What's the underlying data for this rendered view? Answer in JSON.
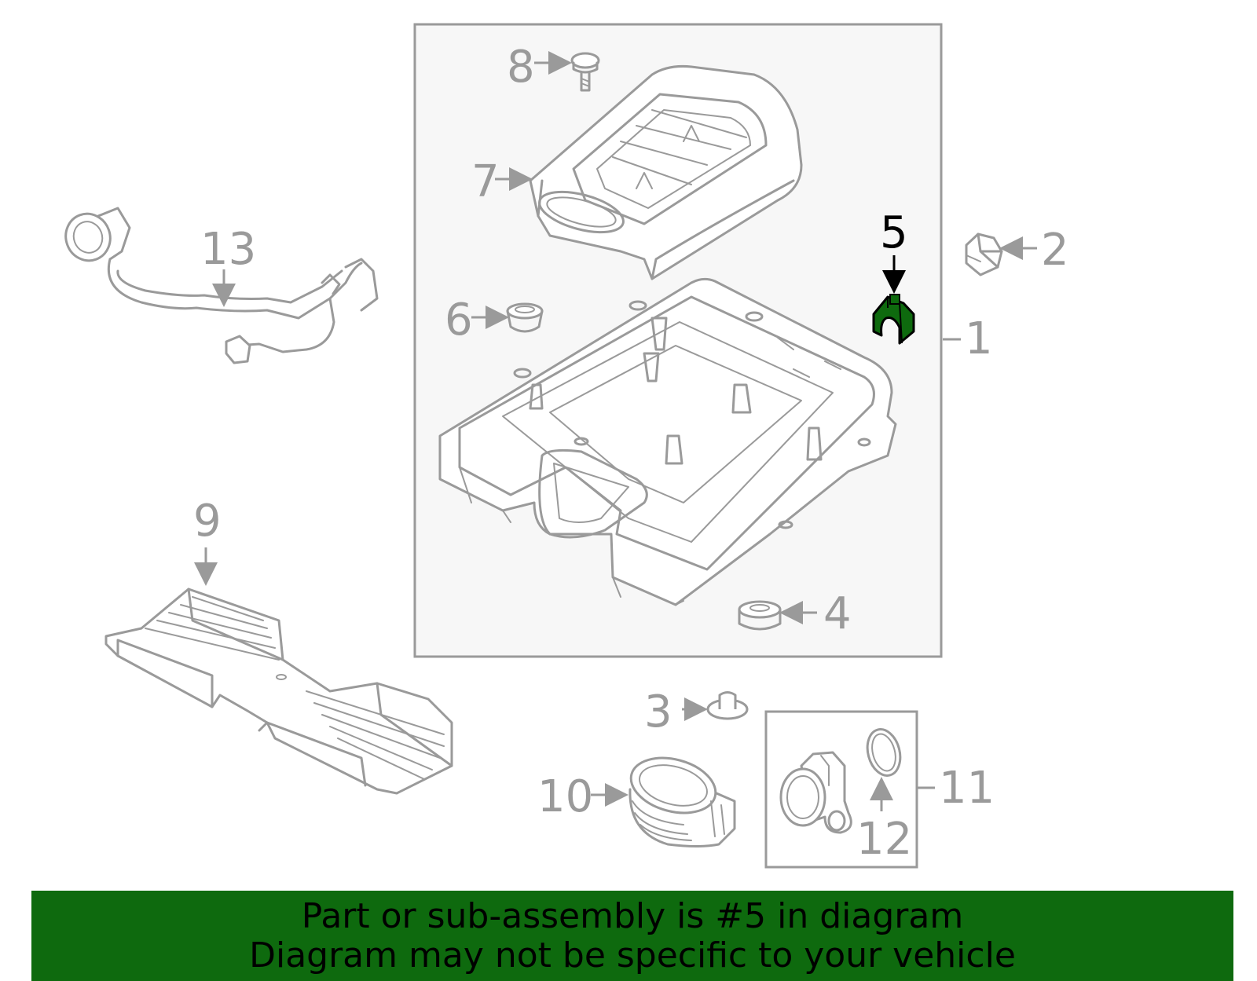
{
  "colors": {
    "highlight": "#0e6a0e",
    "line": "#9a9a9a",
    "banner_bg": "#0e6a0e",
    "box_bg": "#f7f7f7"
  },
  "callouts": {
    "c1": "1",
    "c2": "2",
    "c3": "3",
    "c4": "4",
    "c5": "5",
    "c6": "6",
    "c7": "7",
    "c8": "8",
    "c9": "9",
    "c10": "10",
    "c11": "11",
    "c12": "12",
    "c13": "13"
  },
  "highlighted_part": "5",
  "banner": {
    "line1": "Part or sub-assembly is #5 in diagram",
    "line2": "Diagram may not be specific to your vehicle"
  }
}
